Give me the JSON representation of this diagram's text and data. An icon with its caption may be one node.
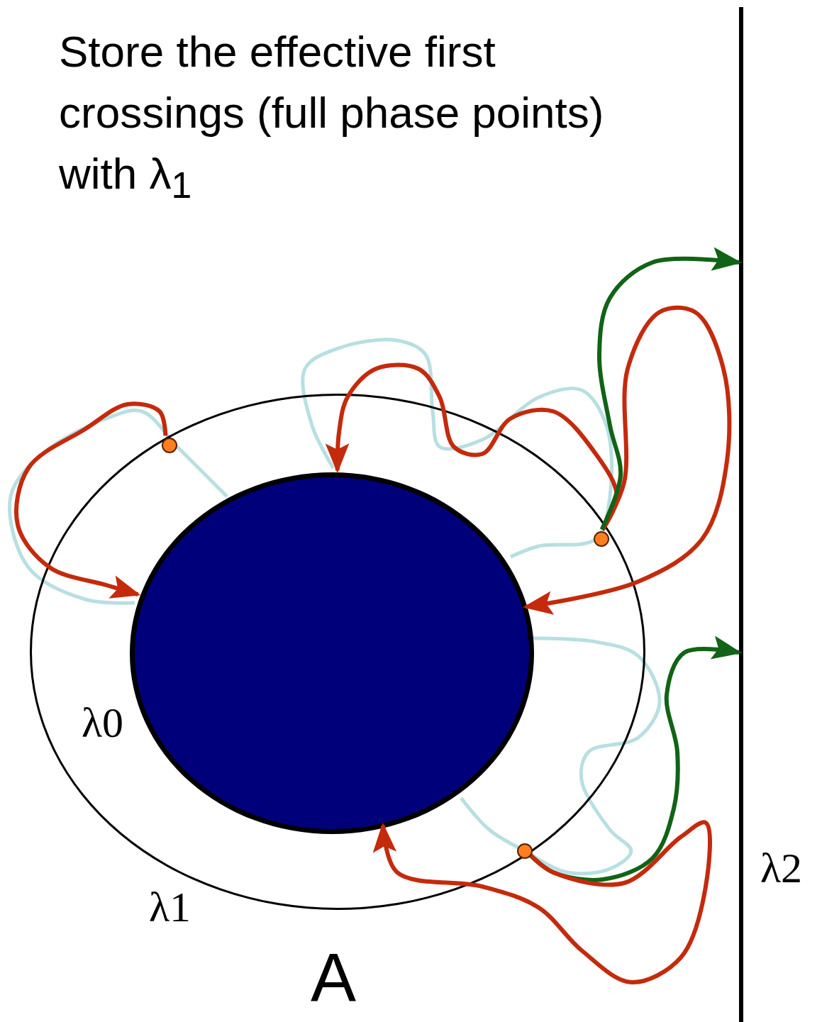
{
  "diagram": {
    "title": "Store the effective first crossings (full phase points) with λ$_{1}$",
    "nodes": [
      {
        "text": [],
        "shape": "ellipse",
        "beside": [
          "λ1"
        ]
      },
      {
        "text": [],
        "shape": "ellipse",
        "in": 0,
        "beside": [
          "λ0"
        ]
      },
      {
        "text": [],
        "shape": "bar",
        "beside": [
          "λ2"
        ]
      },
      {
        "text": [],
        "shape": "circle",
        "in": 0
      },
      {
        "text": [],
        "shape": "circle",
        "in": 0
      },
      {
        "text": [],
        "shape": "circle",
        "in": 0
      }
    ],
    "edges": [
      {
        "from": 3,
        "to": 1,
        "arrow": "to"
      },
      {
        "from": 4,
        "to": 1,
        "arrow": "to"
      },
      {
        "from": 4,
        "to": 1,
        "arrow": "to"
      },
      {
        "from": 4,
        "to": 2,
        "arrow": "to",
        "color": "#116316"
      },
      {
        "from": 5,
        "to": 2,
        "arrow": "to",
        "color": "#116316"
      },
      {
        "from": 5,
        "to": 1,
        "arrow": "to"
      }
    ],
    "labels": [
      "A"
    ]
  }
}
